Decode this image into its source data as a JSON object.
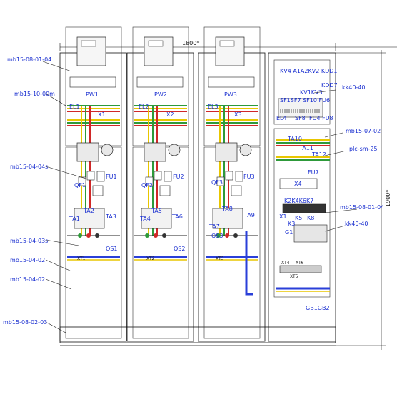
{
  "dimensions": {
    "width": "1800*",
    "height": "1900*"
  },
  "callouts": {
    "left": [
      "mb15-08-01-04",
      "mb15-10-00m",
      "mb15-04-04s",
      "mb15-04-03s",
      "mb15-04-02",
      "mb15-04-02",
      "mb15-08-02-03"
    ],
    "right": [
      "kk40-40",
      "mb15-07-02",
      "plc-sm-25",
      "mb15-08-01-04",
      "kk40-40"
    ]
  },
  "cabinets": [
    {
      "meter": "PW1",
      "light": "EL1",
      "terminal": "X1",
      "breaker": "QF1",
      "fuse": "FU1",
      "ct": [
        "TA1",
        "TA2",
        "TA3"
      ],
      "switch": "QS1",
      "xt": "XT1"
    },
    {
      "meter": "PW2",
      "light": "EL2",
      "terminal": "X2",
      "breaker": "QF2",
      "fuse": "FU2",
      "ct": [
        "TA4",
        "TA5",
        "TA6"
      ],
      "switch": "QS2",
      "xt": "XT2"
    },
    {
      "meter": "PW3",
      "light": "EL3",
      "terminal": "X3",
      "breaker": "QF3",
      "fuse": "FU3",
      "ct": [
        "TA7",
        "TA8",
        "TA9"
      ],
      "switch": "QS3",
      "xt": "XT3"
    }
  ],
  "control_cabinet": {
    "top_row1": "KV4 A1A2KV2 KDD1",
    "kdd7": "KDD7",
    "kv": "KV1KV3",
    "sf_row": "SF1SF7 SF10 FU6",
    "sf8": "SF8",
    "el4": "EL4",
    "fu": "FU4 FU8",
    "ta10": "TA10",
    "ta11": "TA11",
    "ta12": "TA12",
    "fu7": "FU7",
    "x4": "X4",
    "k_row": "K2K4K6K7",
    "x1": "X1",
    "k5": "K5",
    "k8": "K8",
    "k3": "K3",
    "g1": "G1",
    "xt4": "XT4",
    "xt6": "XT6",
    "xt5": "XT5",
    "gb": "GB1GB2"
  },
  "colors": {
    "label": "#1a2fd0",
    "yellow": "#e8c600",
    "green": "#2e9a3a",
    "red": "#d02828",
    "blue": "#2a3fd8"
  }
}
